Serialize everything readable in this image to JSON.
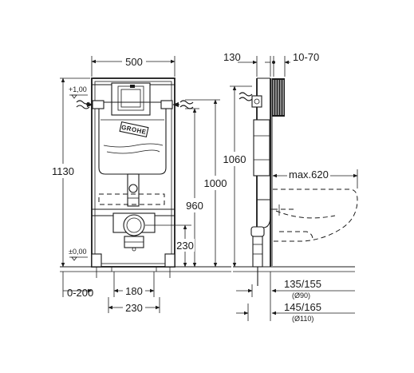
{
  "front_view": {
    "brand": "GROHE",
    "width": "500",
    "height_total": "1130",
    "height_1000": "1000",
    "height_960": "960",
    "height_230": "230",
    "level_top": "+1,00",
    "level_floor": "±0,00",
    "range_0_200": "0-200",
    "spacing_180": "180",
    "spacing_230": "230"
  },
  "side_view": {
    "depth_130": "130",
    "range_10_70": "10-70",
    "height_1060": "1060",
    "max_620": "max.620",
    "pipe_135_155": "135/155",
    "pipe_dia_90": "(Ø90)",
    "pipe_145_165": "145/165",
    "pipe_dia_110": "(Ø110)"
  }
}
